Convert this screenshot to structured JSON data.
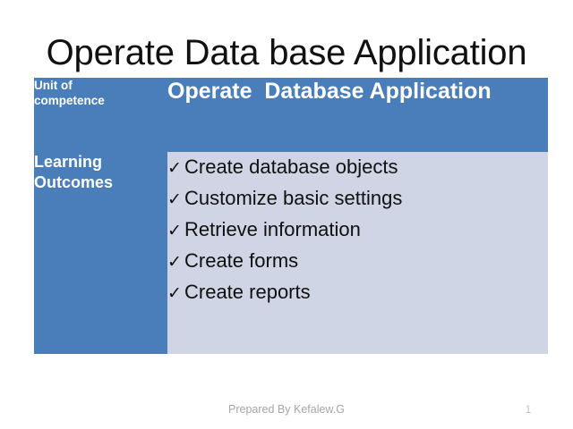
{
  "slide": {
    "title": "Operate Data base Application",
    "page_number": "1",
    "prepared_by": "Prepared By Kefalew.G",
    "colors": {
      "header_blue": "#4A7EBB",
      "body_light": "#CFD5E4",
      "background": "#FFFFFF",
      "title_text": "#111111",
      "footer_text": "#A6A6A6"
    }
  },
  "table": {
    "rows": [
      {
        "label": "Unit of\ncompetence",
        "value": "Operate  Database Application"
      },
      {
        "label": "Learning\nOutcomes",
        "items": [
          {
            "check": "✓",
            "text": "Create database objects"
          },
          {
            "check": "✓",
            "text": "Customize basic settings"
          },
          {
            "check": "✓",
            "text": "Retrieve information"
          },
          {
            "check": "✓",
            "text": "Create forms"
          },
          {
            "check": "✓",
            "text": "Create reports"
          }
        ]
      }
    ]
  }
}
